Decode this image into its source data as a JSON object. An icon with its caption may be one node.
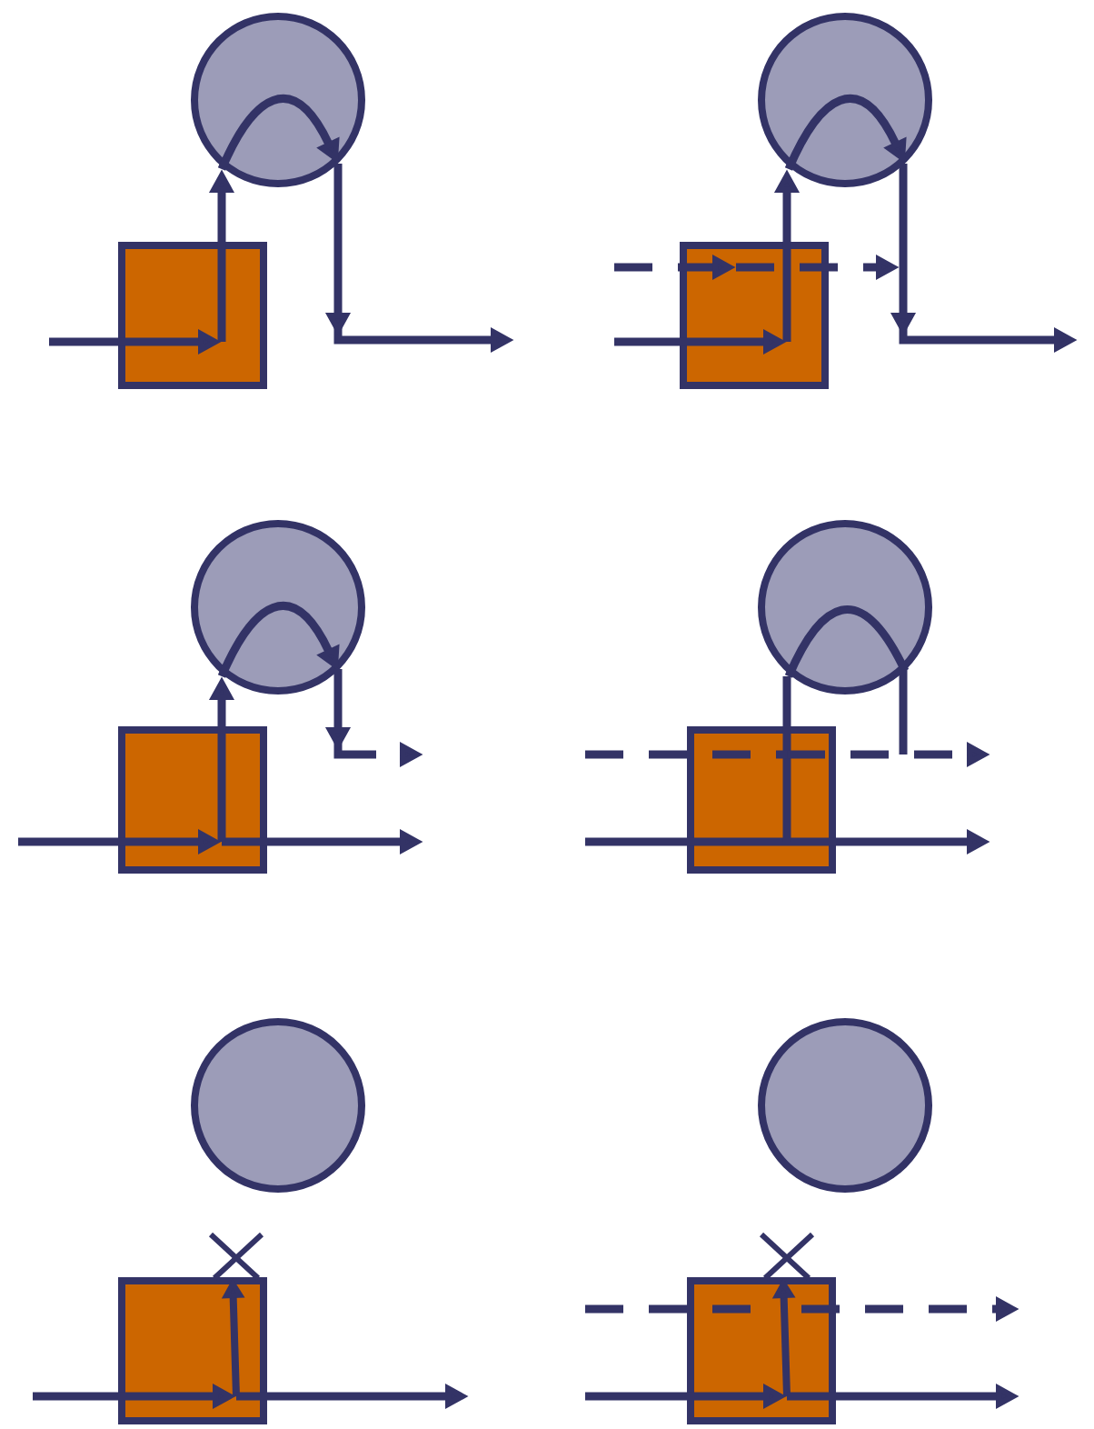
{
  "diagram": {
    "nodes": [
      {
        "text": [],
        "shape": "circle"
      },
      {
        "text": [],
        "shape": "box"
      },
      {
        "text": [],
        "shape": "circle"
      },
      {
        "text": [],
        "shape": "box"
      },
      {
        "text": [],
        "shape": "circle"
      },
      {
        "text": [],
        "shape": "box"
      },
      {
        "text": [],
        "shape": "circle"
      },
      {
        "text": [],
        "shape": "box"
      },
      {
        "text": [],
        "shape": "circle"
      },
      {
        "text": [],
        "shape": "box"
      },
      {
        "text": [],
        "shape": "circle"
      },
      {
        "text": [],
        "shape": "box"
      }
    ],
    "edges": [
      {
        "from": null,
        "to": 1,
        "arrow": "to"
      },
      {
        "from": 1,
        "to": 0,
        "arrow": "to"
      },
      {
        "from": 0,
        "to": null,
        "arrow": "to"
      },
      {
        "from": null,
        "to": 3,
        "arrow": "to"
      },
      {
        "from": 3,
        "to": 2,
        "arrow": "to"
      },
      {
        "from": 2,
        "to": null,
        "arrow": "to"
      },
      {
        "from": null,
        "to": 3,
        "arrow": "to",
        "style": "dashed"
      },
      {
        "from": 3,
        "to": null,
        "arrow": "to",
        "style": "dashed"
      },
      {
        "from": null,
        "to": 5,
        "arrow": "to"
      },
      {
        "from": 5,
        "to": null,
        "arrow": "to"
      },
      {
        "from": 5,
        "to": 4,
        "arrow": "to"
      },
      {
        "from": 4,
        "to": null,
        "arrow": "to",
        "style": "dashed"
      },
      {
        "from": null,
        "to": 7,
        "arrow": "none"
      },
      {
        "from": 7,
        "to": null,
        "arrow": "to"
      },
      {
        "from": 7,
        "to": 6,
        "arrow": "none"
      },
      {
        "from": 6,
        "to": null,
        "arrow": "none"
      },
      {
        "from": null,
        "to": 7,
        "arrow": "none",
        "style": "dashed"
      },
      {
        "from": 7,
        "to": null,
        "arrow": "to",
        "style": "dashed"
      },
      {
        "from": null,
        "to": 9,
        "arrow": "to"
      },
      {
        "from": 9,
        "to": null,
        "arrow": "to"
      },
      {
        "from": null,
        "to": 11,
        "arrow": "to"
      },
      {
        "from": 11,
        "to": null,
        "arrow": "to"
      },
      {
        "from": null,
        "to": 11,
        "arrow": "none",
        "style": "dashed"
      },
      {
        "from": 11,
        "to": null,
        "arrow": "to",
        "style": "dashed"
      }
    ]
  }
}
